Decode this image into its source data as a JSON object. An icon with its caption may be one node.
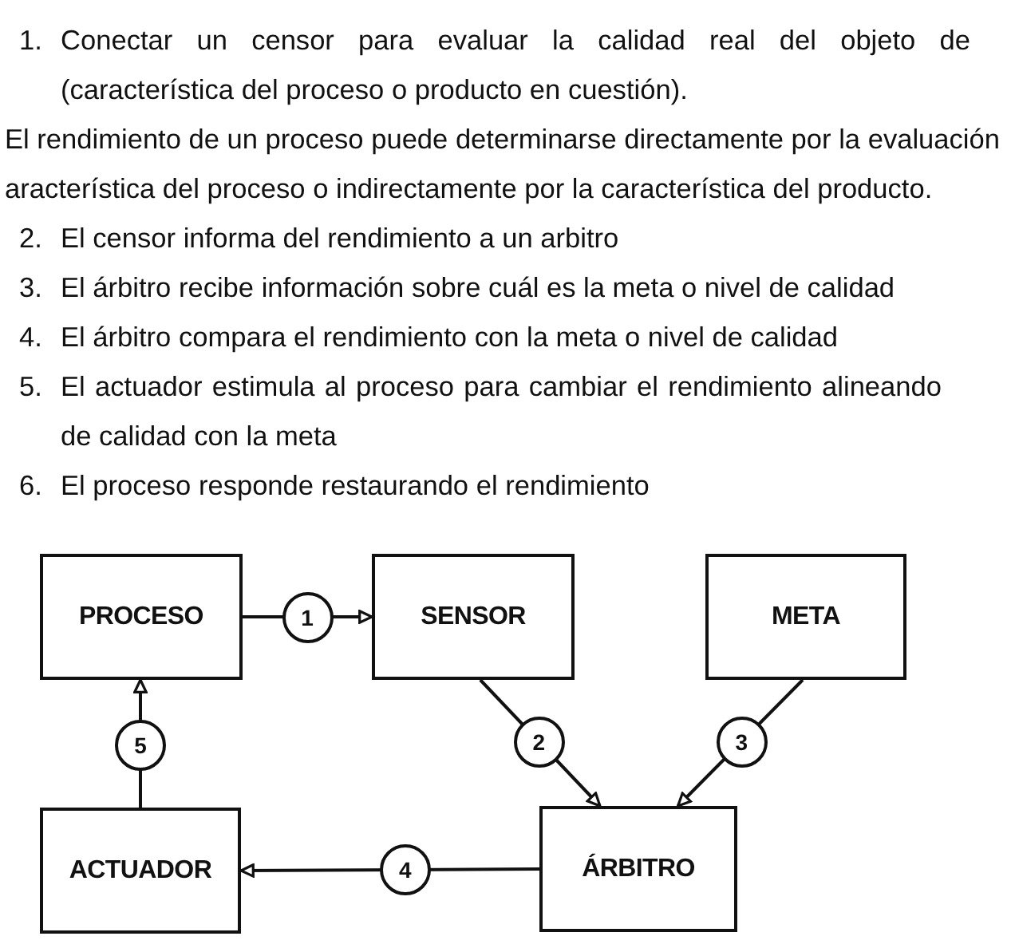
{
  "diagram": {
    "nodes": [
      {
        "text": [
          "PROCESO"
        ]
      },
      {
        "text": [
          "SENSOR"
        ]
      },
      {
        "text": [
          "META"
        ]
      },
      {
        "text": [
          "ACTUADOR"
        ]
      },
      {
        "text": [
          "ÁRBITRO"
        ]
      }
    ],
    "edges": [
      {
        "from": 0,
        "to": 1,
        "arrow": "to",
        "label": "1"
      },
      {
        "from": 1,
        "to": 4,
        "arrow": "to",
        "label": "2"
      },
      {
        "from": 2,
        "to": 4,
        "arrow": "to",
        "label": "3"
      },
      {
        "from": 4,
        "to": 3,
        "arrow": "to",
        "label": "4"
      },
      {
        "from": 3,
        "to": 0,
        "arrow": "to",
        "label": "5"
      }
    ],
    "labels": [
      "1.",
      "Conectar un censor para evaluar la calidad real del objeto de (característica del proceso o producto en cuestión).",
      "El rendimiento de un proceso puede determinarse directamente por la evaluación aracterística del proceso o indirectamente por la característica del producto.",
      "2.",
      "El censor informa del rendimiento a un arbitro",
      "3.",
      "El árbitro recibe información sobre cuál es la meta o nivel de calidad",
      "4.",
      "El árbitro compara el rendimiento con la meta o nivel de calidad",
      "5.",
      "El actuador estimula al proceso para cambiar el rendimiento alineando de calidad con la meta",
      "6.",
      "El proceso responde restaurando el rendimiento"
    ]
  }
}
